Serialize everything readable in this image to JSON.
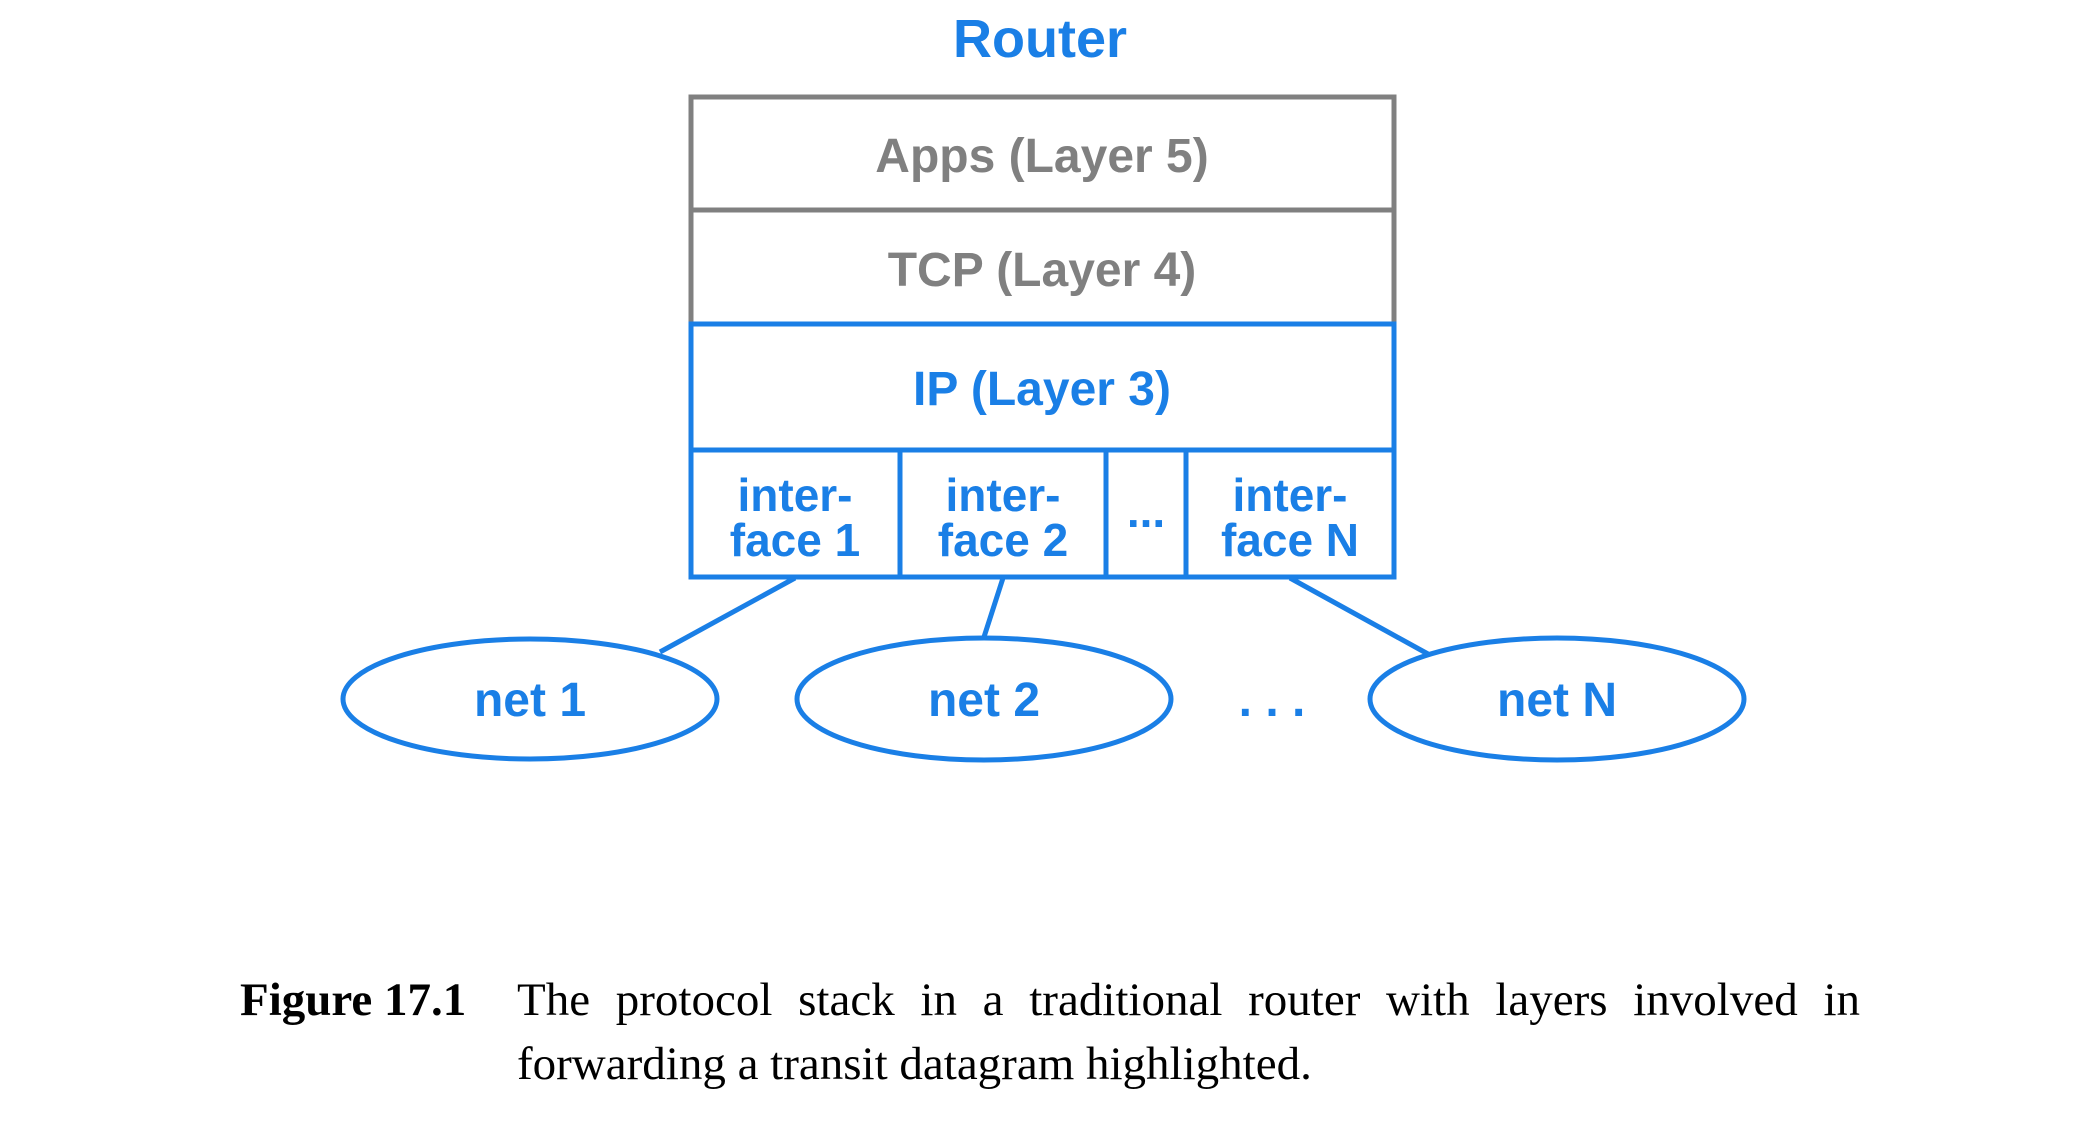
{
  "router": {
    "title": "Router",
    "layers": {
      "apps": "Apps (Layer 5)",
      "tcp": "TCP (Layer 4)",
      "ip": "IP (Layer 3)"
    },
    "interfaces": [
      {
        "line1": "inter-",
        "line2": "face 1"
      },
      {
        "line1": "inter-",
        "line2": "face 2"
      },
      {
        "dots": "..."
      },
      {
        "line1": "inter-",
        "line2": "face N"
      }
    ]
  },
  "networks": [
    {
      "label": "net 1"
    },
    {
      "label": "net 2"
    },
    {
      "label": "net N"
    }
  ],
  "networks_ellipsis": ". . .",
  "caption": {
    "label": "Figure 17.1",
    "text": "The protocol stack in a traditional router with layers involved in forwarding a transit datagram highlighted."
  },
  "colors": {
    "highlight": "#1a7fe6",
    "inactive": "#808080",
    "caption": "#000000"
  }
}
